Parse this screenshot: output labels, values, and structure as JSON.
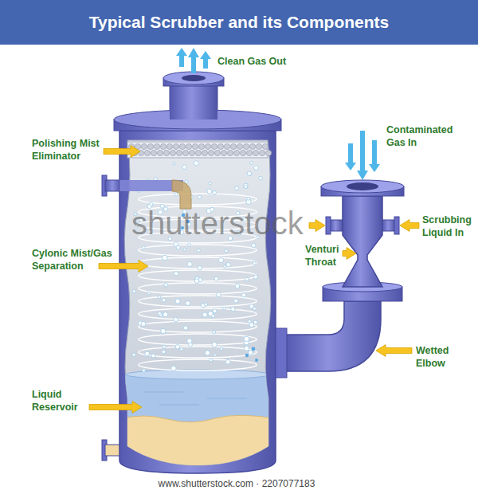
{
  "diagram": {
    "title": "Typical Scrubber and its Components",
    "labels": [
      "Clean Gas Out",
      "Contaminated Gas In",
      "Polishing Mist Eliminator",
      "Scrubbing Liquid In",
      "Cylonic Mist/Gas Separation",
      "shutterstock",
      "Venturi Throat",
      "Wetted Elbow",
      "Liquid Reservoir",
      "www.shutterstock.com · 2207077183"
    ]
  }
}
